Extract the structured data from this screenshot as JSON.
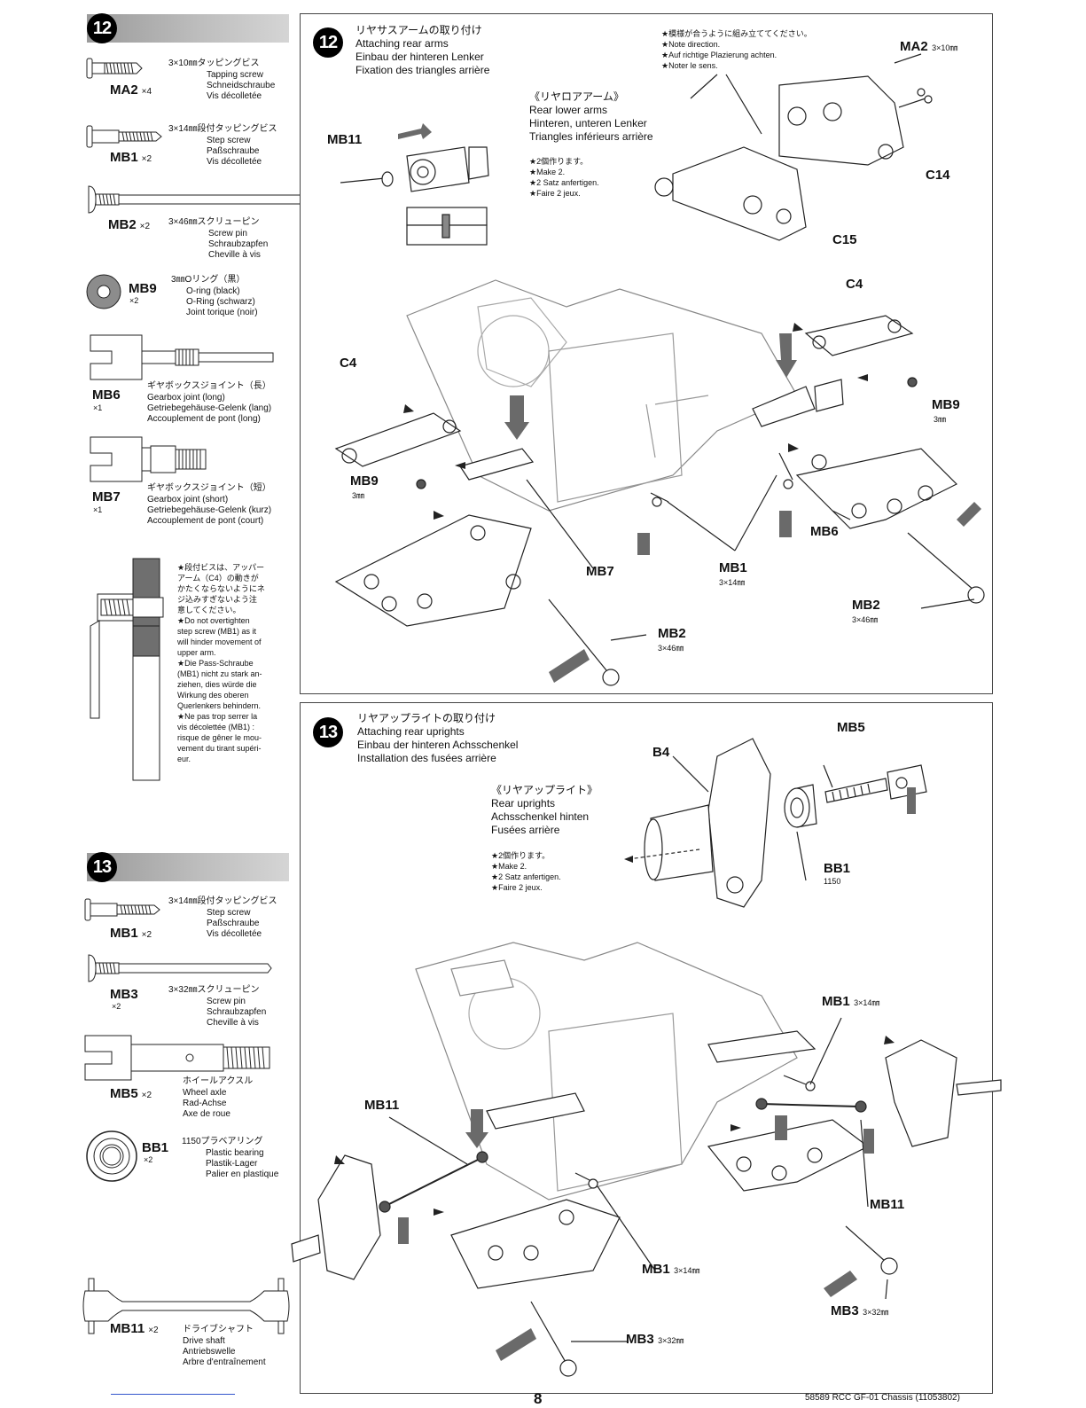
{
  "left": {
    "s12": {
      "num": "12",
      "parts": {
        "ma2": {
          "code": "MA2",
          "qty": "×4",
          "lines": [
            "3×10㎜タッピングビス",
            "Tapping screw",
            "Schneidschraube",
            "Vis décolletée"
          ]
        },
        "mb1": {
          "code": "MB1",
          "qty": "×2",
          "lines": [
            "3×14㎜段付タッピングビス",
            "Step screw",
            "Paßschraube",
            "Vis décolletée"
          ]
        },
        "mb2": {
          "code": "MB2",
          "qty": "×2",
          "lines": [
            "3×46㎜スクリューピン",
            "Screw pin",
            "Schraubzapfen",
            "Cheville à vis"
          ]
        },
        "mb9": {
          "code": "MB9",
          "qty": "×2",
          "lines": [
            "3㎜Oリング（黒）",
            "O-ring (black)",
            "O-Ring (schwarz)",
            "Joint torique (noir)"
          ]
        },
        "mb6": {
          "code": "MB6",
          "qty": "×1",
          "lines": [
            "ギヤボックスジョイント（長）",
            "Gearbox joint (long)",
            "Getriebegehäuse-Gelenk (lang)",
            "Accouplement de pont (long)"
          ]
        },
        "mb7": {
          "code": "MB7",
          "qty": "×1",
          "lines": [
            "ギヤボックスジョイント（短）",
            "Gearbox joint (short)",
            "Getriebegehäuse-Gelenk (kurz)",
            "Accouplement de pont (court)"
          ]
        }
      },
      "note": [
        "★段付ビスは、アッパー",
        "アーム（C4）の動きが",
        "かたくならないようにネ",
        "ジ込みすぎないよう注",
        "意してください。",
        "★Do not overtighten",
        "step screw (MB1) as it",
        "will hinder movement of",
        "upper arm.",
        "★Die Pass-Schraube",
        "(MB1) nicht zu stark an-",
        "ziehen, dies würde die",
        "Wirkung des oberen",
        "Querlenkers behindern.",
        "★Ne pas trop serrer la",
        "vis décolettée (MB1) :",
        "risque de gêner le mou-",
        "vement du tirant supéri-",
        "eur."
      ]
    },
    "s13": {
      "num": "13",
      "parts": {
        "mb1": {
          "code": "MB1",
          "qty": "×2",
          "lines": [
            "3×14㎜段付タッピングビス",
            "Step screw",
            "Paßschraube",
            "Vis décolletée"
          ]
        },
        "mb3": {
          "code": "MB3",
          "qty": "×2",
          "lines": [
            "3×32㎜スクリューピン",
            "Screw pin",
            "Schraubzapfen",
            "Cheville à vis"
          ]
        },
        "mb5": {
          "code": "MB5",
          "qty": "×2",
          "lines": [
            "ホイールアクスル",
            "Wheel axle",
            "Rad-Achse",
            "Axe de roue"
          ]
        },
        "bb1": {
          "code": "BB1",
          "qty": "×2",
          "lines": [
            "1150プラベアリング",
            "Plastic bearing",
            "Plastik-Lager",
            "Palier en plastique"
          ]
        },
        "mb11": {
          "code": "MB11",
          "qty": "×2",
          "lines": [
            "ドライブシャフト",
            "Drive shaft",
            "Antriebswelle",
            "Arbre d'entraînement"
          ]
        }
      }
    }
  },
  "step12": {
    "num": "12",
    "title": [
      "リヤサスアームの取り付け",
      "Attaching rear arms",
      "Einbau der hinteren Lenker",
      "Fixation des triangles arrière"
    ],
    "direction": [
      "★模様が合うように組み立ててください。",
      "★Note direction.",
      "★Auf richtige Plazierung achten.",
      "★Noter le sens."
    ],
    "sub": [
      "《リヤロアアーム》",
      "Rear lower arms",
      "Hinteren, unteren Lenker",
      "Triangles inférieurs arrière"
    ],
    "make": [
      "★2個作ります。",
      "★Make 2.",
      "★2 Satz anfertigen.",
      "★Faire 2 jeux."
    ],
    "labels": {
      "ma2": "MA2",
      "ma2_size": "3×10㎜",
      "c14": "C14",
      "c15": "C15",
      "mb11": "MB11",
      "c4a": "C4",
      "c4b": "C4",
      "mb9a": "MB9",
      "mb9a_size": "3㎜",
      "mb9b": "MB9",
      "mb9b_size": "3㎜",
      "mb6": "MB6",
      "mb7": "MB7",
      "mb1": "MB1",
      "mb1_size": "3×14㎜",
      "mb2a": "MB2",
      "mb2a_size": "3×46㎜",
      "mb2b": "MB2",
      "mb2b_size": "3×46㎜"
    }
  },
  "step13": {
    "num": "13",
    "title": [
      "リヤアップライトの取り付け",
      "Attaching rear uprights",
      "Einbau der hinteren Achsschenkel",
      "Installation des fusées arrière"
    ],
    "sub": [
      "《リヤアップライト》",
      "Rear uprights",
      "Achsschenkel hinten",
      "Fusées arrière"
    ],
    "make": [
      "★2個作ります。",
      "★Make 2.",
      "★2 Satz anfertigen.",
      "★Faire 2 jeux."
    ],
    "labels": {
      "b4": "B4",
      "mb5": "MB5",
      "bb1": "BB1",
      "bb1_size": "1150",
      "mb1a": "MB1",
      "mb1a_size": "3×14㎜",
      "mb11a": "MB11",
      "mb11b": "MB11",
      "mb1b": "MB1",
      "mb1b_size": "3×14㎜",
      "mb3a": "MB3",
      "mb3a_size": "3×32㎜",
      "mb3b": "MB3",
      "mb3b_size": "3×32㎜"
    }
  },
  "footer": {
    "page": "8",
    "info": "58589 RCC GF-01 Chassis (11053802)"
  }
}
